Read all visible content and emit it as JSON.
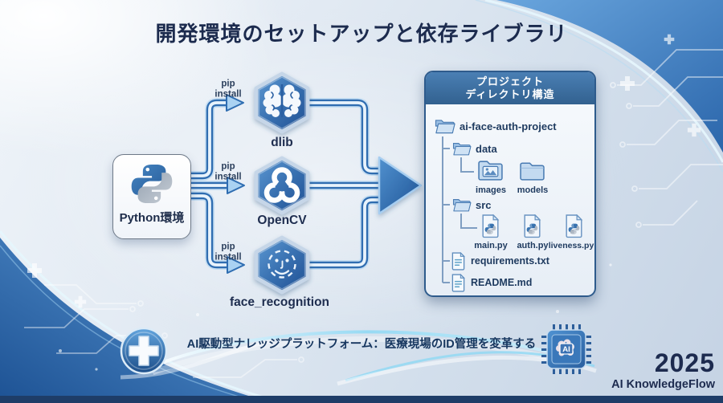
{
  "title": "開発環境のセットアップと依存ライブラリ",
  "flow": {
    "source_label": "Python環境",
    "pip_line1": "pip",
    "pip_line2": "install",
    "libraries": [
      {
        "name": "dlib",
        "icon": "brain-icon"
      },
      {
        "name": "OpenCV",
        "icon": "opencv-icon"
      },
      {
        "name": "face_recognition",
        "icon": "face-scan-icon"
      }
    ]
  },
  "panel": {
    "title_line1": "プロジェクト",
    "title_line2": "ディレクトリ構造",
    "root_folder": "ai-face-auth-project",
    "data_folder": "data",
    "data_children": [
      "images",
      "models"
    ],
    "src_folder": "src",
    "src_children": [
      "main.py",
      "auth.py",
      "liveness.py"
    ],
    "root_files": [
      "requirements.txt",
      "README.md"
    ]
  },
  "footer": {
    "tagline": "AI駆動型ナレッジプラットフォーム：医療現場のID管理を変革する",
    "chip_label": "AI",
    "year": "2025",
    "brand": "AI KnowledgeFlow"
  },
  "colors": {
    "accent_blue": "#2f6db1",
    "navy_text": "#1d2b4f",
    "panel_header_blue": "#3d6fa4",
    "hexagon_blue": "#2f64a6",
    "light_tube_core": "#e8f3fc"
  }
}
